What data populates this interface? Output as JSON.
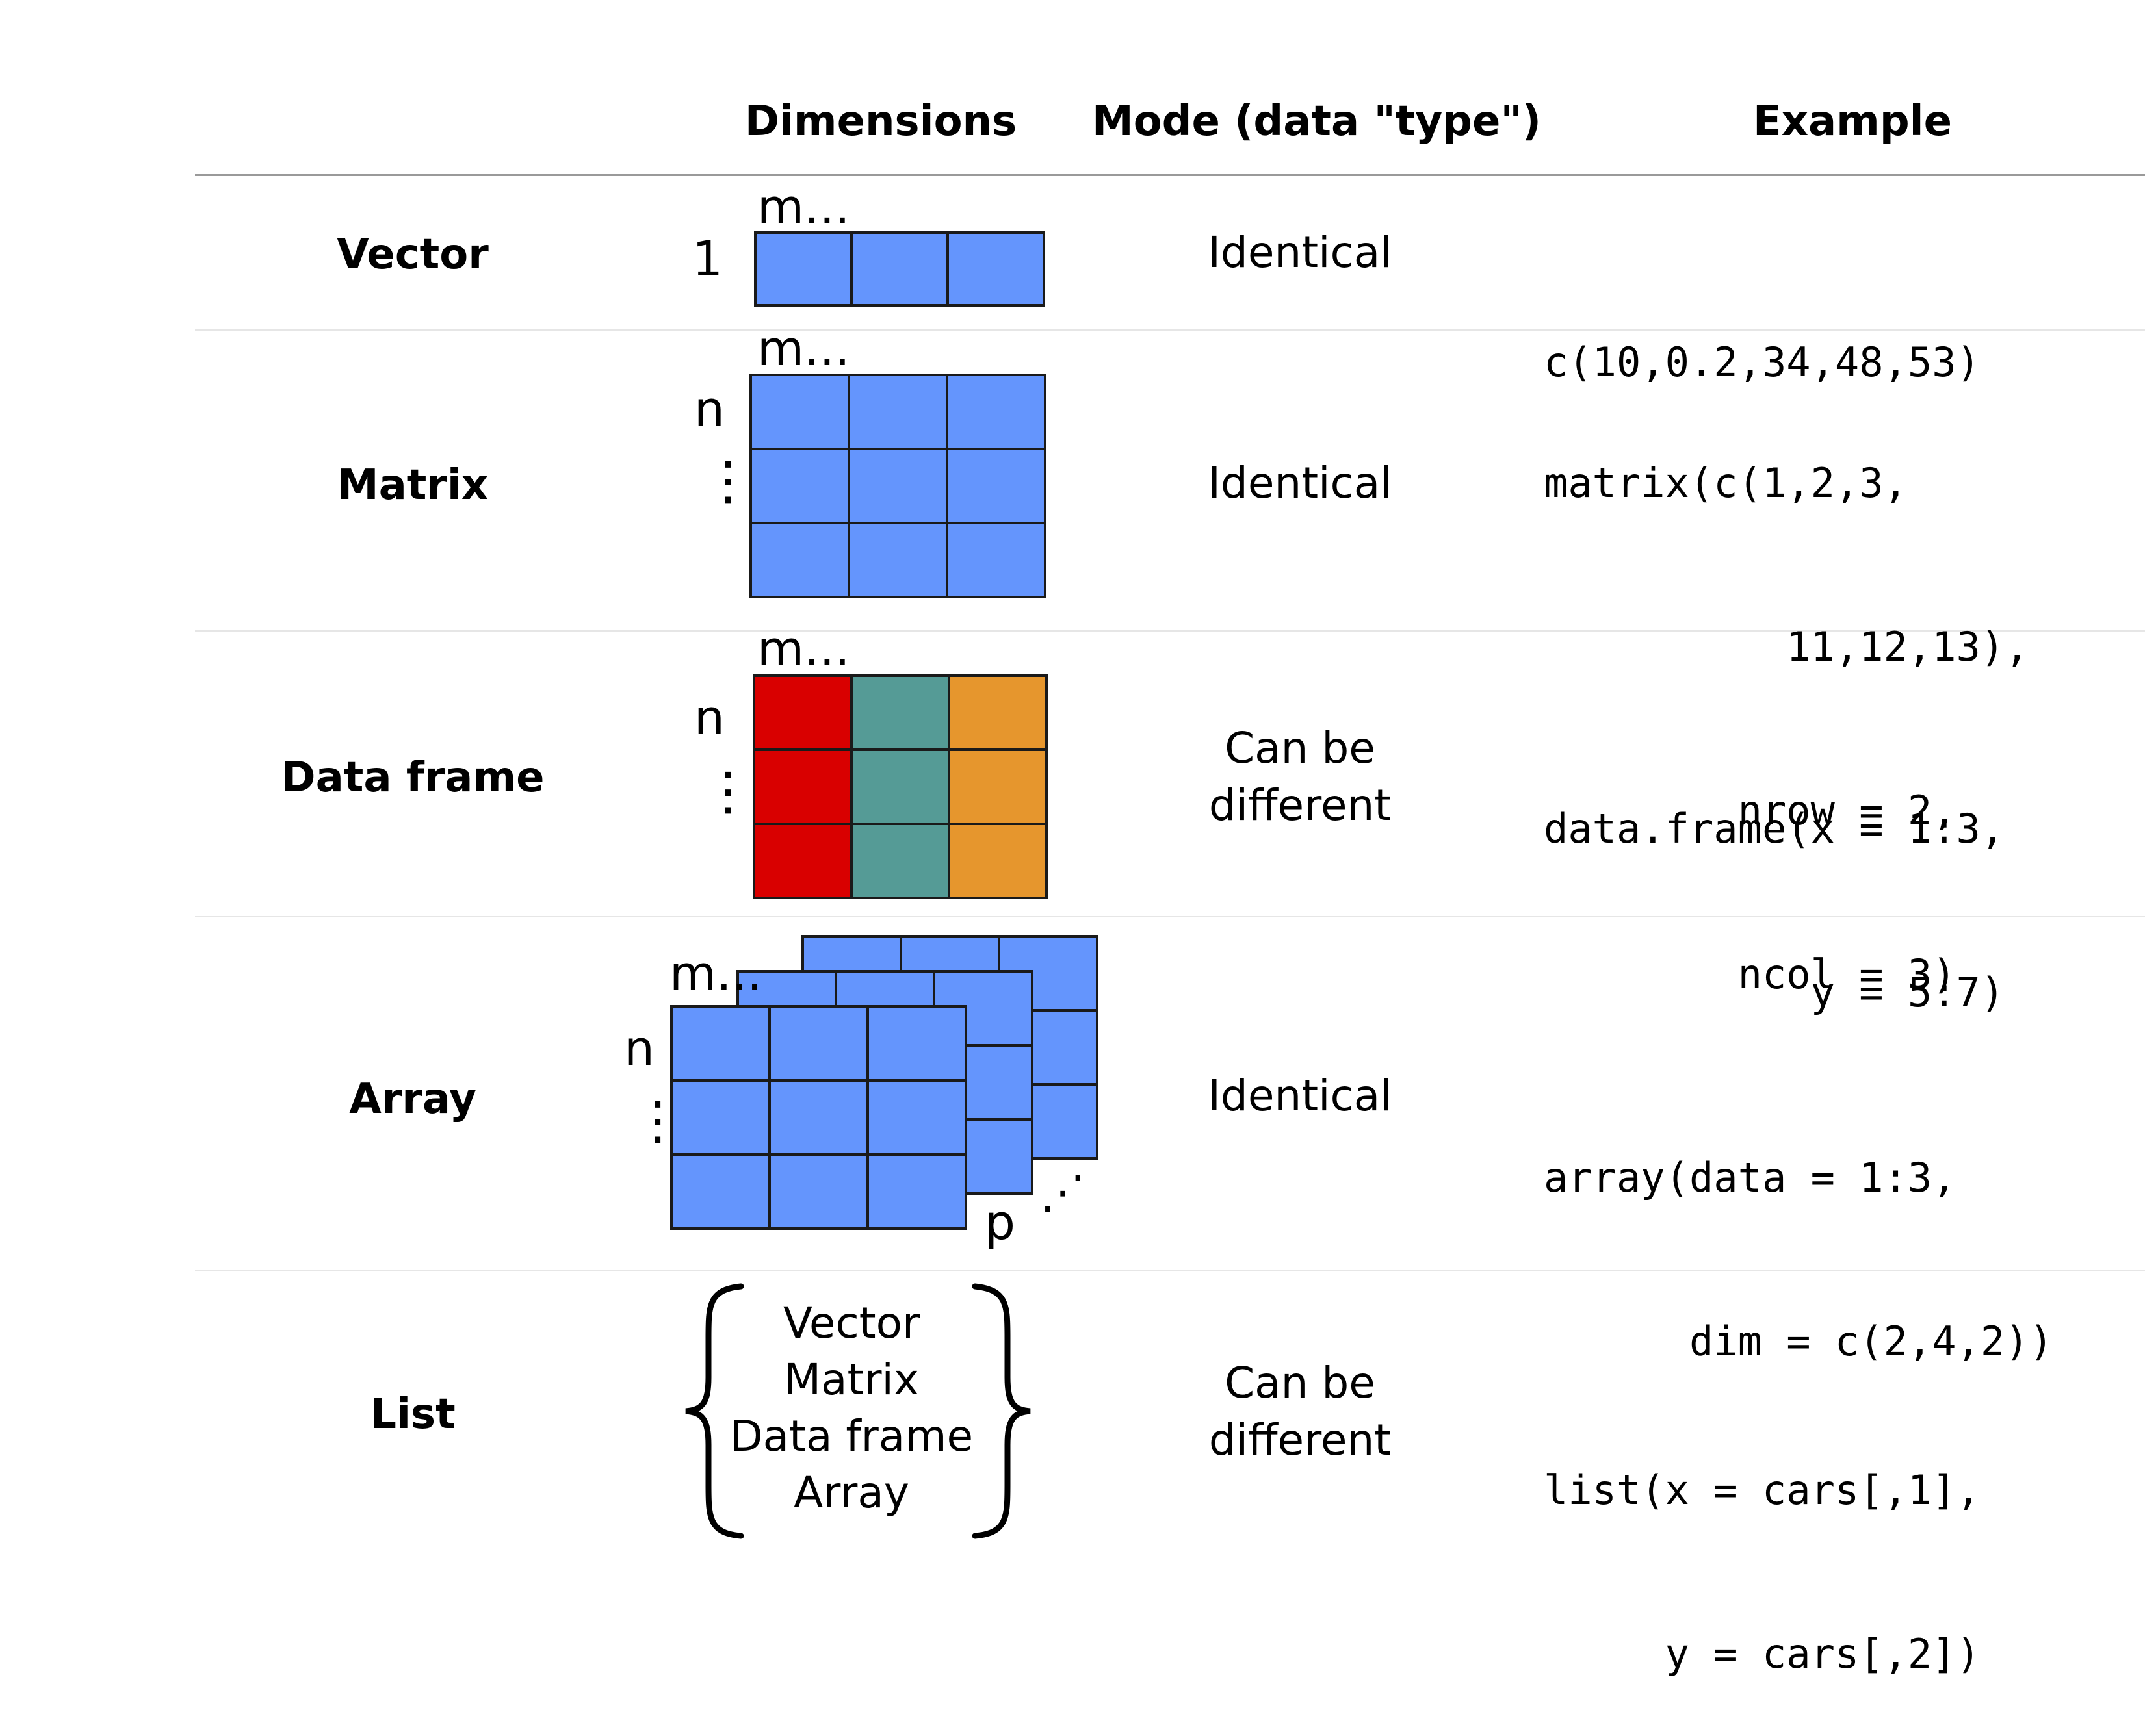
{
  "headers": {
    "dimensions": "Dimensions",
    "mode": "Mode (data \"type\")",
    "example": "Example"
  },
  "rows": {
    "vector": {
      "label": "Vector",
      "dims": {
        "m": "m...",
        "n": "1"
      },
      "mode": [
        "Identical"
      ],
      "example": [
        "c(10,0.2,34,48,53)"
      ]
    },
    "matrix": {
      "label": "Matrix",
      "dims": {
        "m": "m...",
        "n": "n",
        "vdots": "⋮"
      },
      "mode": [
        "Identical"
      ],
      "example": [
        "matrix(c(1,2,3,",
        "          11,12,13),",
        "        nrow = 2,",
        "        ncol = 3)"
      ]
    },
    "dataframe": {
      "label": "Data frame",
      "dims": {
        "m": "m...",
        "n": "n",
        "vdots": "⋮"
      },
      "mode": [
        "Can be",
        "different"
      ],
      "example": [
        "data.frame(x = 1:3,",
        "           y = 5:7)"
      ]
    },
    "array": {
      "label": "Array",
      "dims": {
        "m": "m...",
        "n": "n",
        "vdots": "⋮",
        "p": "p",
        "pdots": "⋰"
      },
      "mode": [
        "Identical"
      ],
      "example": [
        "array(data = 1:3,",
        "      dim = c(2,4,2))"
      ]
    },
    "list": {
      "label": "List",
      "items": [
        "Vector",
        "Matrix",
        "Data frame",
        "Array"
      ],
      "mode": [
        "Can be",
        "different"
      ],
      "example": [
        "list(x = cars[,1],",
        "     y = cars[,2])"
      ]
    }
  },
  "colors": {
    "cell_blue": "#6495fd",
    "col_red": "#d90000",
    "col_teal": "#559b96",
    "col_orange": "#e6962d",
    "grid_line": "#1a1a1a"
  }
}
